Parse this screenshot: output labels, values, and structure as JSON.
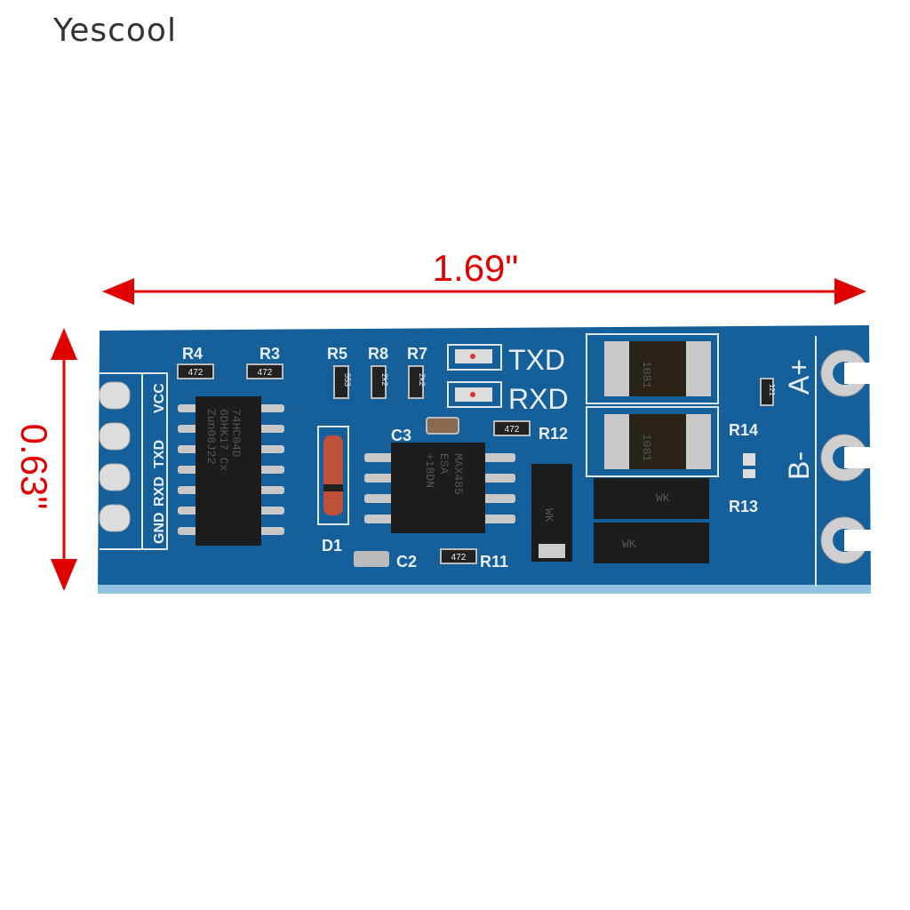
{
  "watermark": "Yescool",
  "dimensions": {
    "width": "1.69\"",
    "height": "0.63\""
  },
  "board": {
    "pin_labels": [
      "GND",
      "RXD",
      "TXD",
      "VCC"
    ],
    "labels": {
      "r4": "R4",
      "r3": "R3",
      "r5": "R5",
      "r8": "R8",
      "r7": "R7",
      "txd": "TXD",
      "rxd": "RXD",
      "c3": "C3",
      "r12": "R12",
      "d1": "D1",
      "c2": "C2",
      "r11": "R11",
      "r14": "R14",
      "r13": "R13",
      "a_plus": "A+",
      "b_minus": "B-"
    },
    "resistor_codes": {
      "r4": "472",
      "r3": "472",
      "r5": "553",
      "r8": "2k2",
      "r7": "2k2",
      "r12": "472",
      "r11": "472",
      "r14": "121"
    },
    "chip1": [
      "74HC04D",
      "6DHK17 Cx",
      "Zun08J22"
    ],
    "chip2": [
      "MAX485",
      "ESA",
      "+18DN"
    ],
    "fuse_code": "1081",
    "tvs_code": "WK"
  },
  "colors": {
    "pcb": "#15609a",
    "dimension": "#e00000"
  }
}
